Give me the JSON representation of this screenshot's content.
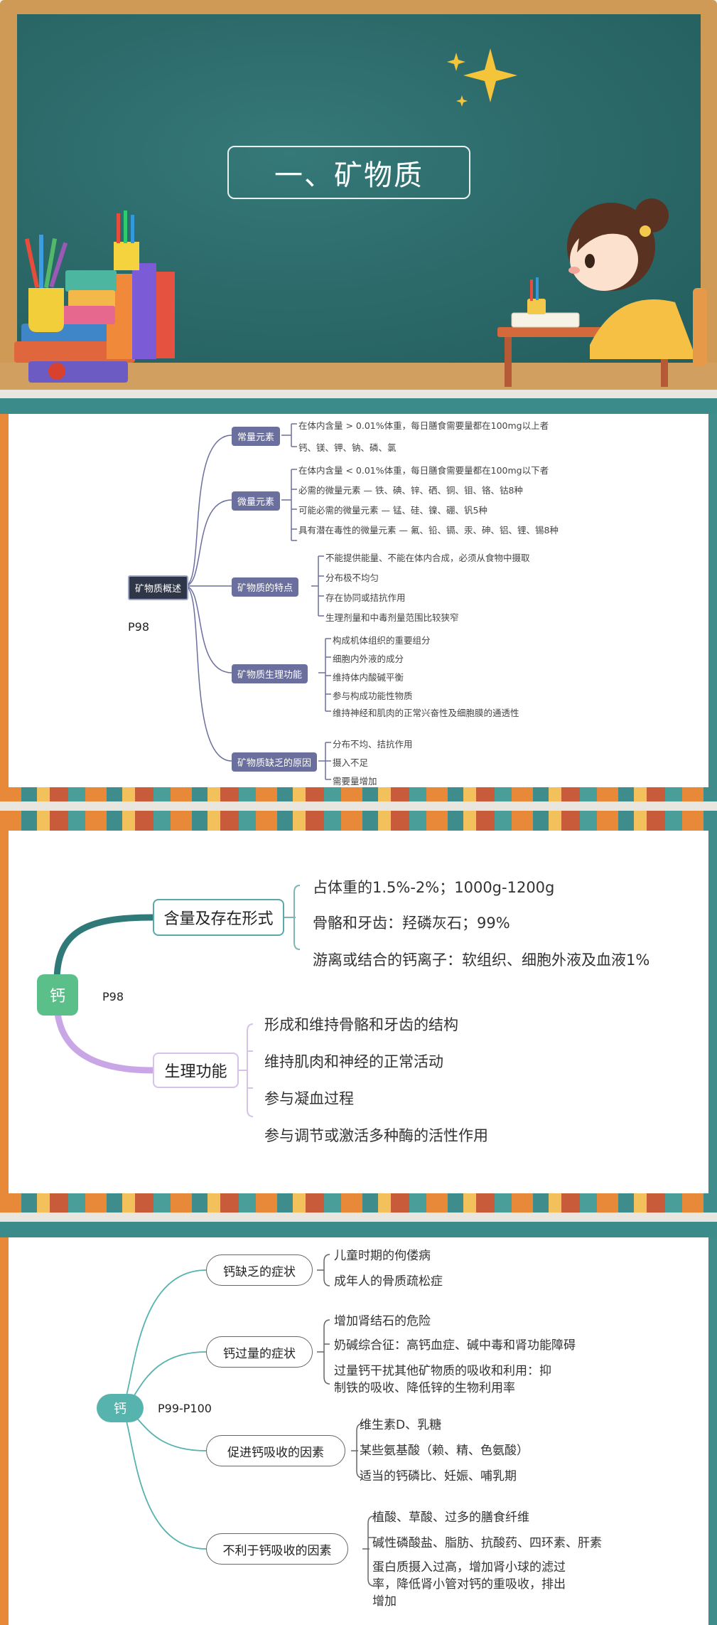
{
  "slide1": {
    "title": "一、矿物质"
  },
  "slide2": {
    "root": "矿物质概述",
    "page_ref": "P98",
    "branches": [
      {
        "label": "常量元素",
        "items": [
          "在体内含量 > 0.01%体重，每日膳食需要量都在100mg以上者",
          "钙、镁、钾、钠、磷、氯"
        ]
      },
      {
        "label": "微量元素",
        "items": [
          "在体内含量 < 0.01%体重，每日膳食需要量都在100mg以下者",
          "必需的微量元素  —  铁、碘、锌、硒、铜、钼、铬、钴8种",
          "可能必需的微量元素  —  锰、硅、镍、硼、钒5种",
          "具有潜在毒性的微量元素  —  氟、铅、镉、汞、砷、铝、锂、锡8种"
        ]
      },
      {
        "label": "矿物质的特点",
        "items": [
          "不能提供能量、不能在体内合成，必须从食物中摄取",
          "分布极不均匀",
          "存在协同或拮抗作用",
          "生理剂量和中毒剂量范围比较狭窄"
        ]
      },
      {
        "label": "矿物质生理功能",
        "items": [
          "构成机体组织的重要组分",
          "细胞内外液的成分",
          "维持体内酸碱平衡",
          "参与构成功能性物质",
          "维持神经和肌肉的正常兴奋性及细胞膜的通透性"
        ]
      },
      {
        "label": "矿物质缺乏的原因",
        "items": [
          "分布不均、拮抗作用",
          "摄入不足",
          "需要量增加"
        ]
      }
    ]
  },
  "slide3": {
    "root": "钙",
    "page_ref": "P98",
    "branches": [
      {
        "label": "含量及存在形式",
        "items": [
          "占体重的1.5%-2%；1000g-1200g",
          "骨骼和牙齿：羟磷灰石；99%",
          "游离或结合的钙离子：软组织、细胞外液及血液1%"
        ]
      },
      {
        "label": "生理功能",
        "items": [
          "形成和维持骨骼和牙齿的结构",
          "维持肌肉和神经的正常活动",
          "参与凝血过程",
          "参与调节或激活多种酶的活性作用"
        ]
      }
    ]
  },
  "slide4": {
    "root": "钙",
    "page_ref": "P99-P100",
    "branches": [
      {
        "label": "钙缺乏的症状",
        "items": [
          "儿童时期的佝偻病",
          "成年人的骨质疏松症"
        ]
      },
      {
        "label": "钙过量的症状",
        "items": [
          "增加肾结石的危险",
          "奶碱综合征：高钙血症、碱中毒和肾功能障碍",
          "过量钙干扰其他矿物质的吸收和利用：抑",
          "制铁的吸收、降低锌的生物利用率"
        ]
      },
      {
        "label": "促进钙吸收的因素",
        "items": [
          "维生素D、乳糖",
          "某些氨基酸（赖、精、色氨酸）",
          "适当的钙磷比、妊娠、哺乳期"
        ]
      },
      {
        "label": "不利于钙吸收的因素",
        "items": [
          "植酸、草酸、过多的膳食纤维",
          "碱性磷酸盐、脂肪、抗酸药、四环素、肝素",
          "蛋白质摄入过高，增加肾小球的滤过",
          "率，降低肾小管对钙的重吸收，排出",
          "增加"
        ]
      }
    ]
  },
  "colors": {
    "board": "#2a6a6a",
    "frame": "#cf9a55",
    "tag": "#6b6f9e",
    "teal": "#2f7a78",
    "lilac": "#c9a6e6",
    "green": "#5bbf8a",
    "teal_light": "#56b3ad"
  }
}
